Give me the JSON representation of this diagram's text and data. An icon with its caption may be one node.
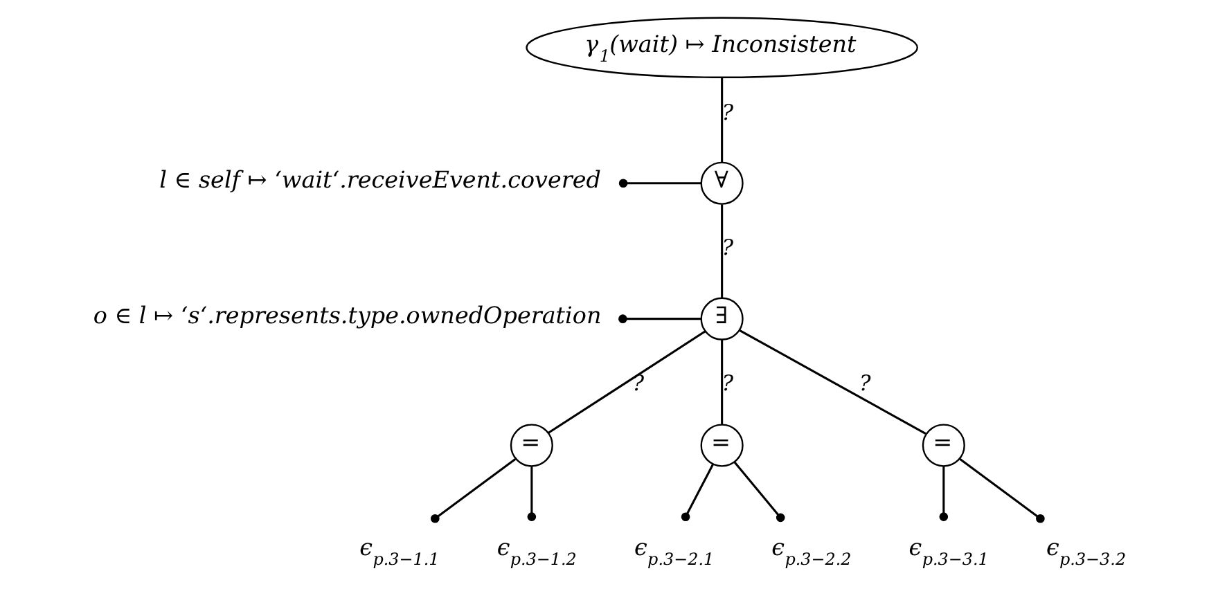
{
  "diagram": {
    "nodes": [
      {
        "text": [
          "γ$_{1}$(wait) ↦ Inconsistent"
        ]
      },
      {
        "text": [
          "∀"
        ]
      },
      {
        "text": [
          "l ∈ self ↦ ‘wait‘.receiveEvent.covered"
        ]
      },
      {
        "text": [
          "∃"
        ]
      },
      {
        "text": [
          "o ∈ l ↦ ‘s‘.represents.type.ownedOperation"
        ]
      },
      {
        "text": [
          "="
        ]
      },
      {
        "text": [
          "="
        ]
      },
      {
        "text": [
          "="
        ]
      },
      {
        "text": [
          "ϵ$_{p.3−1.1}$"
        ]
      },
      {
        "text": [
          "ϵ$_{p.3−1.2}$"
        ]
      },
      {
        "text": [
          "ϵ$_{p.3−2.1}$"
        ]
      },
      {
        "text": [
          "ϵ$_{p.3−2.2}$"
        ]
      },
      {
        "text": [
          "ϵ$_{p.3−3.1}$"
        ]
      },
      {
        "text": [
          "ϵ$_{p.3−3.2}$"
        ]
      }
    ],
    "edges": [
      {
        "from": 0,
        "to": 1,
        "arrow": "none",
        "label": "?"
      },
      {
        "from": 1,
        "to": 2,
        "arrow": "other"
      },
      {
        "from": 1,
        "to": 3,
        "arrow": "none",
        "label": "?"
      },
      {
        "from": 3,
        "to": 4,
        "arrow": "other"
      },
      {
        "from": 3,
        "to": 5,
        "arrow": "none",
        "label": "?"
      },
      {
        "from": 3,
        "to": 6,
        "arrow": "none",
        "label": "?"
      },
      {
        "from": 3,
        "to": 7,
        "arrow": "none",
        "label": "?"
      },
      {
        "from": 5,
        "to": 8,
        "arrow": "other"
      },
      {
        "from": 5,
        "to": 9,
        "arrow": "other"
      },
      {
        "from": 6,
        "to": 10,
        "arrow": "other"
      },
      {
        "from": 6,
        "to": 11,
        "arrow": "other"
      },
      {
        "from": 7,
        "to": 12,
        "arrow": "other"
      },
      {
        "from": 7,
        "to": 13,
        "arrow": "other"
      }
    ]
  }
}
